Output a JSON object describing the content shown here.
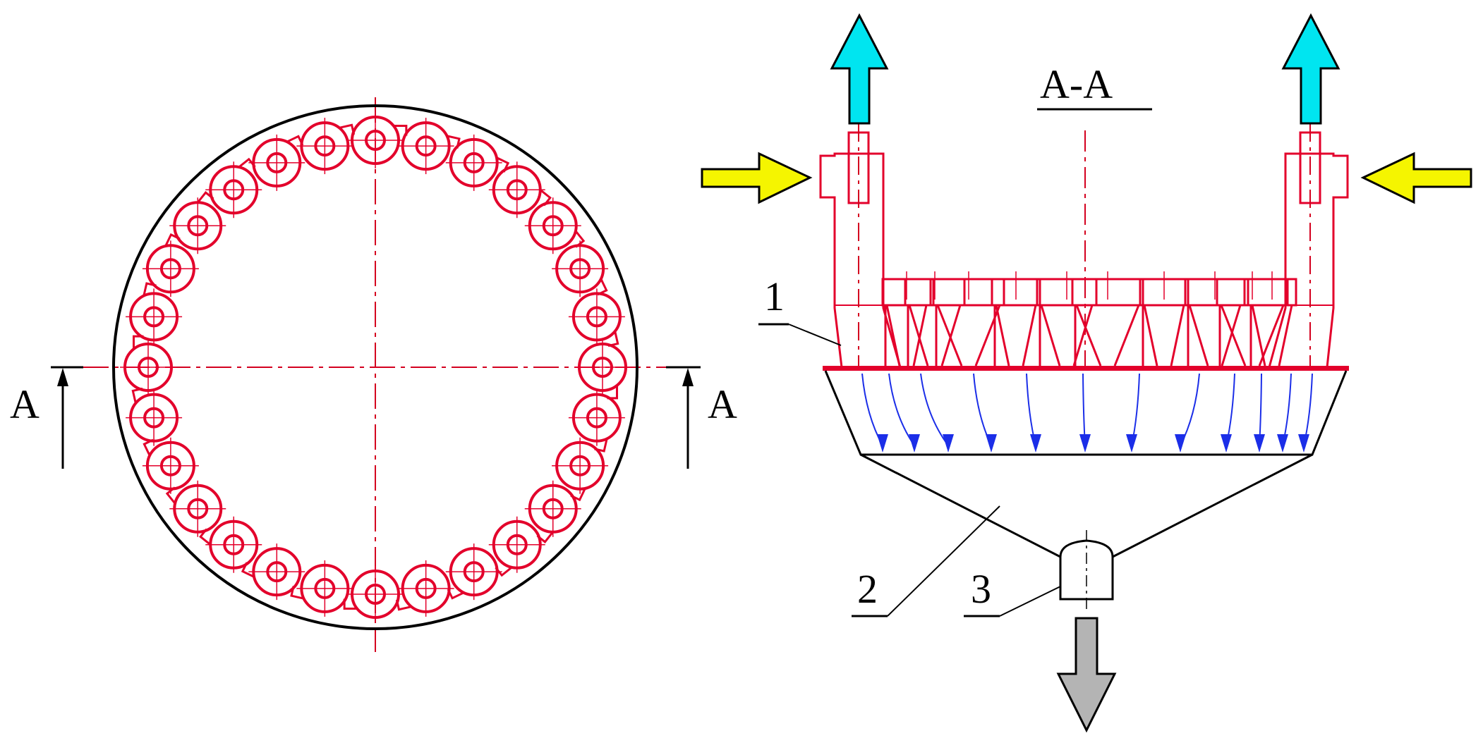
{
  "plan_view": {
    "section_marker_left": "A",
    "section_marker_right": "A",
    "cyclone_count": 28
  },
  "section_view": {
    "title": "A-A",
    "callouts": [
      "1",
      "2",
      "3"
    ],
    "vane_count": 10,
    "flow_arrow_count": 12
  },
  "colors": {
    "cyclone_red": "#e3002b",
    "outline_black": "#000000",
    "flow_blue": "#1b2ee8",
    "arrow_cyan": "#00e5f0",
    "arrow_yellow": "#f5f500",
    "arrow_gray": "#b4b4b4",
    "centerline": "#d4001f"
  }
}
